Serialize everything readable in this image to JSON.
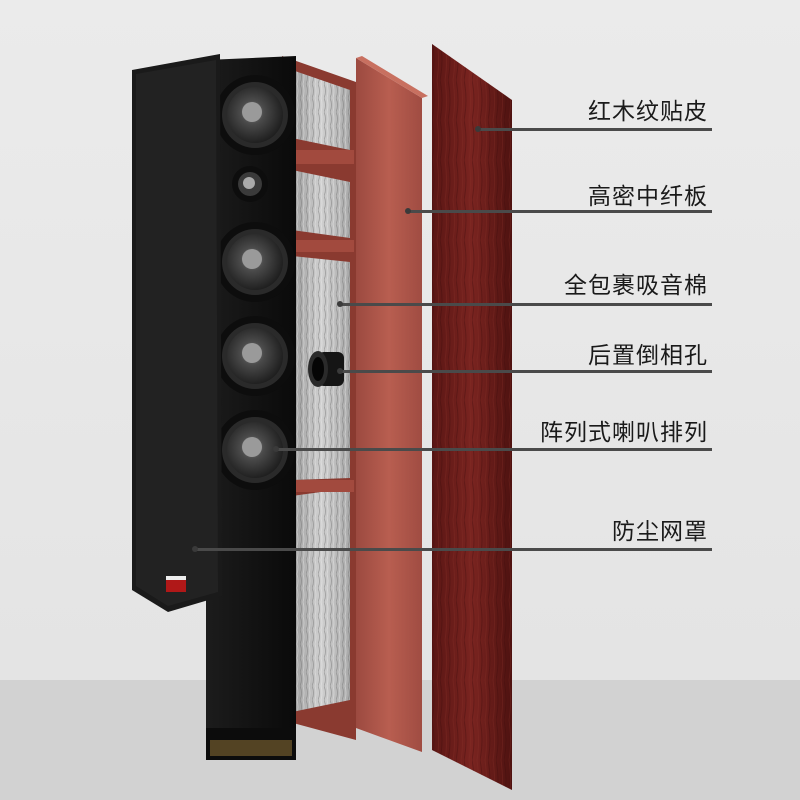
{
  "features": [
    {
      "id": "mahogany-veneer",
      "label": "红木纹贴皮"
    },
    {
      "id": "hdf-board",
      "label": "高密中纤板"
    },
    {
      "id": "sound-absorbing-cotton",
      "label": "全包裹吸音棉"
    },
    {
      "id": "rear-bass-port",
      "label": "后置倒相孔"
    },
    {
      "id": "array-drivers",
      "label": "阵列式喇叭排列"
    },
    {
      "id": "dust-grille",
      "label": "防尘网罩"
    }
  ],
  "colors": {
    "veneer": "#6b1f1c",
    "mdf": "#b0584c",
    "cabinet": "#141414",
    "leader": "#4a4a4a"
  }
}
